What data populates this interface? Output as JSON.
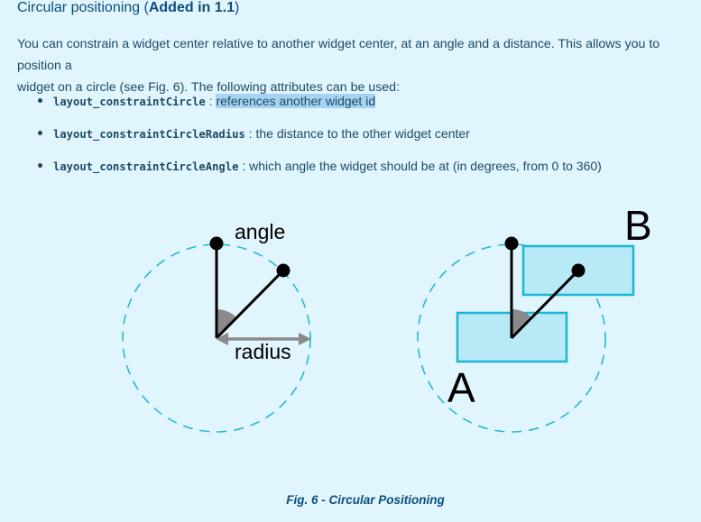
{
  "section": {
    "title_plain": "Circular positioning (",
    "title_bold": "Added in 1.1",
    "title_end": ")"
  },
  "intro": {
    "line1": "You can constrain a widget center relative to another widget center, at an angle and a distance. This allows you to position a",
    "line2": "widget on a circle (see Fig. 6). The following attributes can be used:"
  },
  "attributes": [
    {
      "name": "layout_constraintCircle",
      "desc": "references another widget id"
    },
    {
      "name": "layout_constraintCircleRadius",
      "desc": "the distance to the other widget center"
    },
    {
      "name": "layout_constraintCircleAngle",
      "desc": "which angle the widget should be at (in degrees, from 0 to 360)"
    }
  ],
  "figure": {
    "left": {
      "angle_label": "angle",
      "radius_label": "radius"
    },
    "right": {
      "widget_a_label": "A",
      "widget_b_label": "B"
    },
    "caption": "Fig. 6 - Circular Positioning"
  },
  "colors": {
    "background": "#e1f5fe",
    "heading": "#0b4f7c",
    "circle_dash": "#1ab6d4",
    "widget_fill": "#b8e9f7",
    "widget_stroke": "#1ab6d4",
    "highlight": "#a7d2f4"
  }
}
